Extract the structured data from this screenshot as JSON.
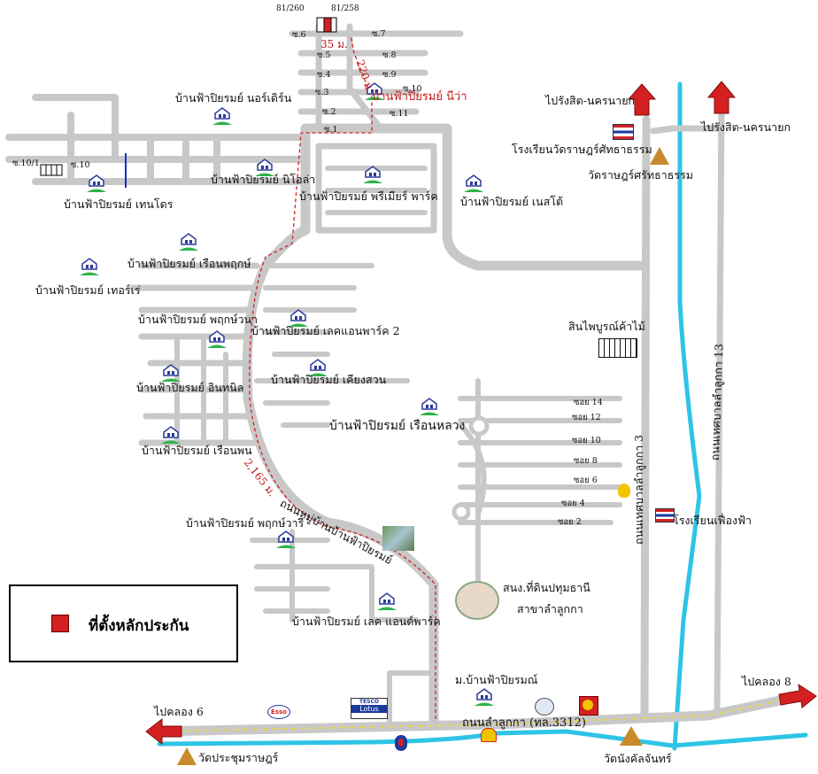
{
  "lot_numbers": {
    "left": "81/260",
    "right": "81/258"
  },
  "soi_labels": {
    "s6": "ซ.6",
    "s7": "ซ.7",
    "s5": "ซ.5",
    "s8": "ซ.8",
    "s4": "ซ.4",
    "s9": "ซ.9",
    "s3": "ซ.3",
    "s10": "ซ.10",
    "s2": "ซ.2",
    "s11": "ซ.11",
    "s1": "ซ.1",
    "s10_1": "ซ.10/1",
    "s10_left": "ซ.10",
    "soi14": "ซอย 14",
    "soi12": "ซอย 12",
    "soi10": "ซอย 10",
    "soi8": "ซอย 8",
    "soi6": "ซอย 6",
    "soi4": "ซอย 4",
    "soi2": "ซอย 2"
  },
  "distances": {
    "d35": "35 ม.",
    "d220": "220 ม.",
    "d2165": "2,165 ม."
  },
  "projects": {
    "niwa": "บ้านฟ้าปิยรมย์ นีว่า",
    "northern": "บ้านฟ้าปิยรมย์ นอร์เดิร์น",
    "niola": "บ้านฟ้าปิยรมย์ นิโอล่า",
    "thenkhon": "บ้านฟ้าปิยรมย์ เทนโดร",
    "premier": "บ้านฟ้าปิยรมย์ พรีเมียร์ พาร์ค",
    "nestle": "บ้านฟ้าปิยรมย์ เนสโต้",
    "ruenpruk": "บ้านฟ้าปิยรมย์ เรือนพฤกษ์",
    "terrare": "บ้านฟ้าปิยรมย์ เทอร์เร่",
    "prukwana": "บ้านฟ้าปิยรมย์ พฤกษ์วนา",
    "lakepark2": "บ้านฟ้าปิยรมย์ เลคแอนพาร์ค 2",
    "kiangsuan": "บ้านฟ้าปิยรมย์ เคียงสวน",
    "inthee": "บ้านฟ้าปิยรมย์ อินทนิล",
    "ruenluang": "บ้านฟ้าปิยรมย์ เรือนหลวง",
    "ruenphan": "บ้านฟ้าปิยรมย์ เรือนพน",
    "prukwari": "บ้านฟ้าปิยรมย์ พฤกษ์วารี",
    "lakeandpark": "บ้านฟ้าปิยรมย์ เลค แอนด์พาร์ค",
    "university": "ม.บ้านฟ้าปิยรมณ์"
  },
  "places": {
    "to_rangsit1": "ไปรังสิต-นครนายก",
    "to_rangsit2": "ไปรังสิต-นครนายก",
    "school_wat": "โรงเรียนวัดราษฎร์ศัทธาธรรม",
    "wat_rat": "วัดราษฎร์ศรัทธาธรรม",
    "sinpaiboon": "สินไพบูรณ์ค้าไม้",
    "school_fuengfa": "โรงเรียนเฟื่องฟ้า",
    "land_office_1": "สนง.ที่ดินปทุมธานี",
    "land_office_2": "สาขาลำลูกกา",
    "to_khlong6": "ไปคลอง 6",
    "to_khlong8": "ไปคลอง 8",
    "main_road": "ถนนลำลูกกา (ทล.3312)",
    "wat_prachum": "วัดประชุมราษฎร์",
    "wat_nangkhan": "วัดนังคัลจันทร์",
    "road_lamlukka3": "ถนนเทศบาลลำลูกกา 3",
    "road_lamlukka13": "ถนนเทศบาลลำลูกกา 13",
    "road_village": "ถนนหมู่บ้านบ้านฟ้าปิยรมย์"
  },
  "brands": {
    "esso": "Esso",
    "tesco_top": "TESCO",
    "tesco_bottom": "Lotus"
  },
  "legend": {
    "label": "ที่ตั้งหลักประกัน",
    "color": "#d42020"
  },
  "colors": {
    "road": "#c8c8c8",
    "canal": "#2ec4e6",
    "route": "#d42020",
    "arrow": "#d42020",
    "house_blue": "#2a3a9a",
    "house_green": "#2fb34a"
  }
}
